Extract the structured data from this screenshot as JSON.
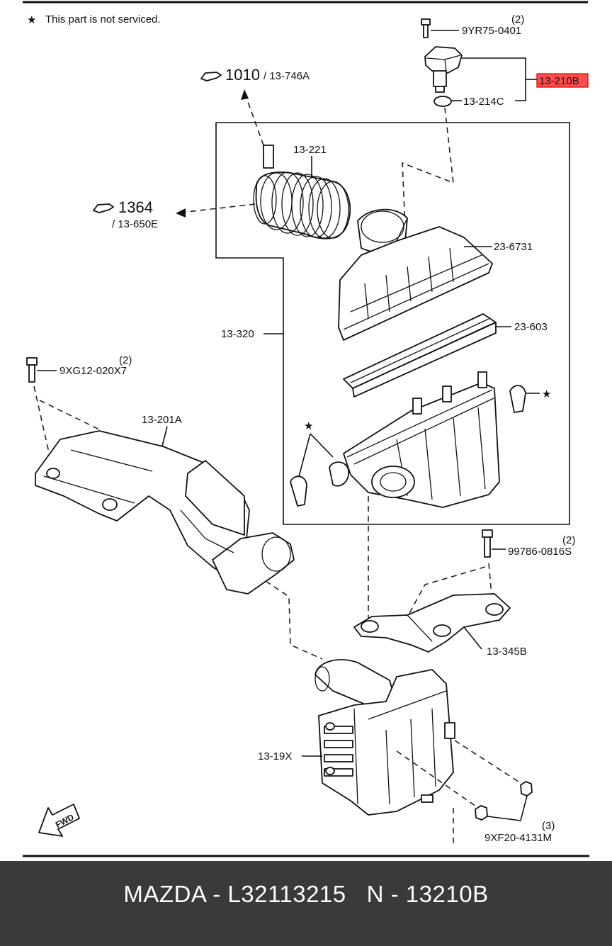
{
  "note": {
    "star": "★",
    "text": "This part is not serviced."
  },
  "refs": {
    "fig1010_num": "1010",
    "fig1010_ref": "/ 13-746A",
    "fig1364_num": "1364",
    "fig1364_ref": "/ 13-650E"
  },
  "labels": {
    "bolt_top_qty": "(2)",
    "bolt_top": "9YR75-0401",
    "sensor": "13-210B",
    "oring": "13-214C",
    "duct_hose": "13-221",
    "cover": "23-6731",
    "element": "23-603",
    "assembly": "13-320",
    "bolt_left_qty": "(2)",
    "bolt_left": "9XG12-020X7",
    "air_duct": "13-201A",
    "bolt_right_qty": "(2)",
    "bolt_right": "99786-0816S",
    "bracket": "13-345B",
    "resonator": "13-19X",
    "nut_qty": "(3)",
    "nut": "9XF20-4131M",
    "fwd": "FWD"
  },
  "highlight_color": "#ff3b3b",
  "footer": {
    "text": "MAZDA - L32113215   N - 13210B"
  }
}
